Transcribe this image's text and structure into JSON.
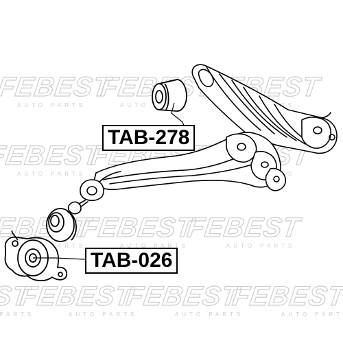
{
  "watermark": {
    "brand": "FEBEST",
    "tagline": "AUTO PARTS"
  },
  "parts": [
    {
      "number": "TAB-278"
    },
    {
      "number": "TAB-026"
    }
  ],
  "colors": {
    "line": "#000000",
    "watermark": "#cfcfcf",
    "background": "#ffffff"
  }
}
